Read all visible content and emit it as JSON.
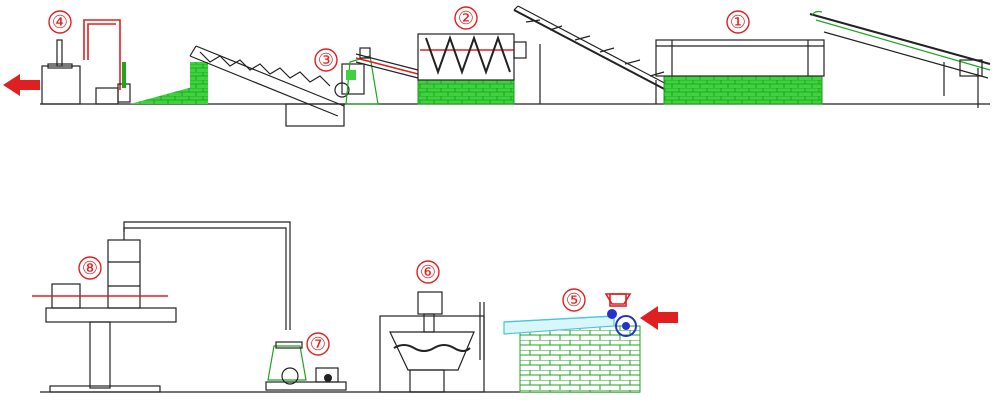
{
  "stations": [
    {
      "label": "①"
    },
    {
      "label": "②"
    },
    {
      "label": "③"
    },
    {
      "label": "④"
    },
    {
      "label": "⑤"
    },
    {
      "label": "⑥"
    },
    {
      "label": "⑦"
    },
    {
      "label": "⑧"
    }
  ],
  "colors": {
    "accent": "#e02020",
    "brick": "#3fd23f",
    "line": "#222222",
    "cyan": "#7fe0ef",
    "blue": "#2233cc"
  }
}
